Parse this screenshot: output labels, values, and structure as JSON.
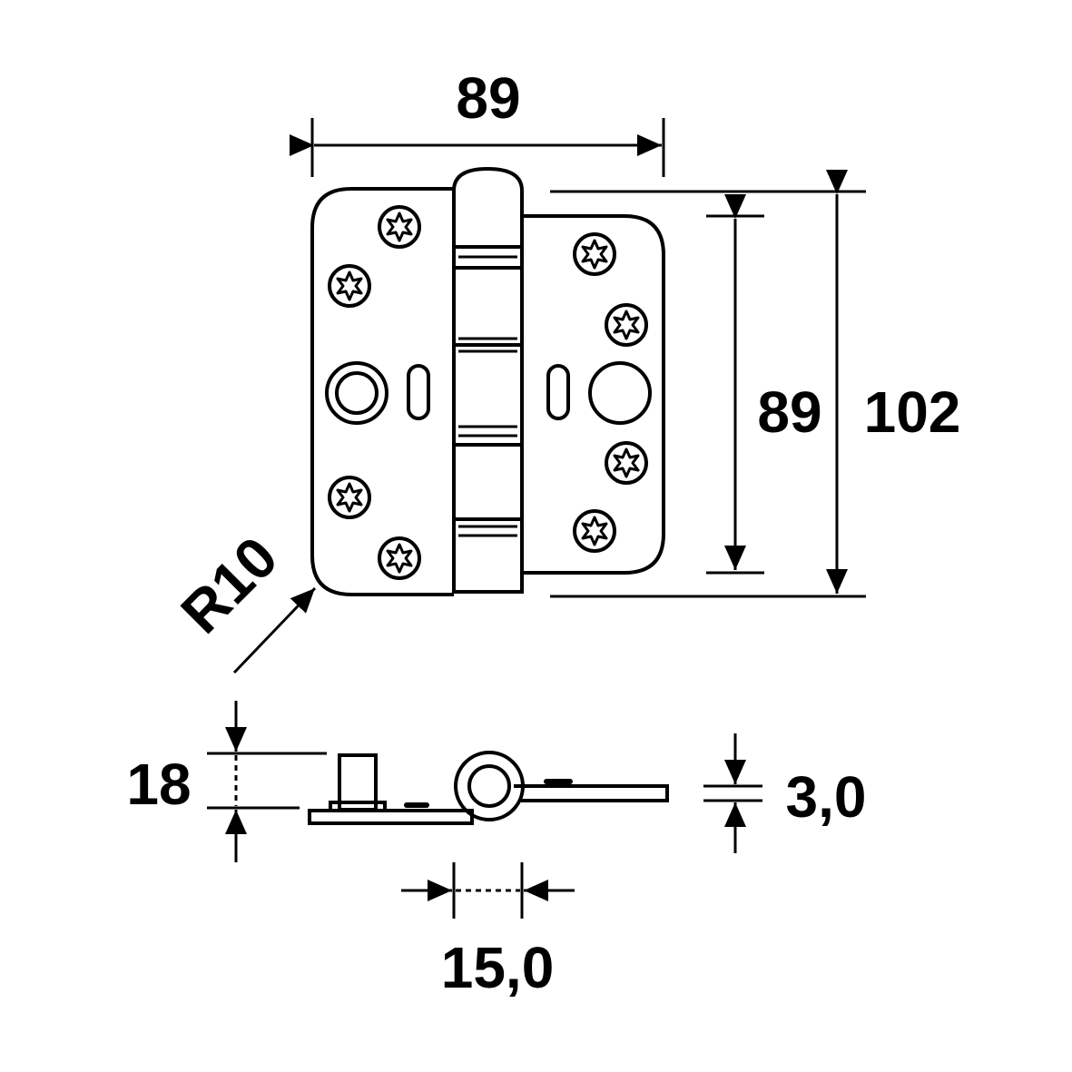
{
  "drawing": {
    "subject": "butterfly-hinge",
    "dimensions": {
      "width": "89",
      "leaf_height": "89",
      "overall_height": "102",
      "corner_radius": "R10",
      "total_thickness": "18",
      "leaf_thickness": "3,0",
      "knuckle_offset": "15,0"
    },
    "colors": {
      "line": "#000000",
      "background": "#ffffff"
    }
  }
}
